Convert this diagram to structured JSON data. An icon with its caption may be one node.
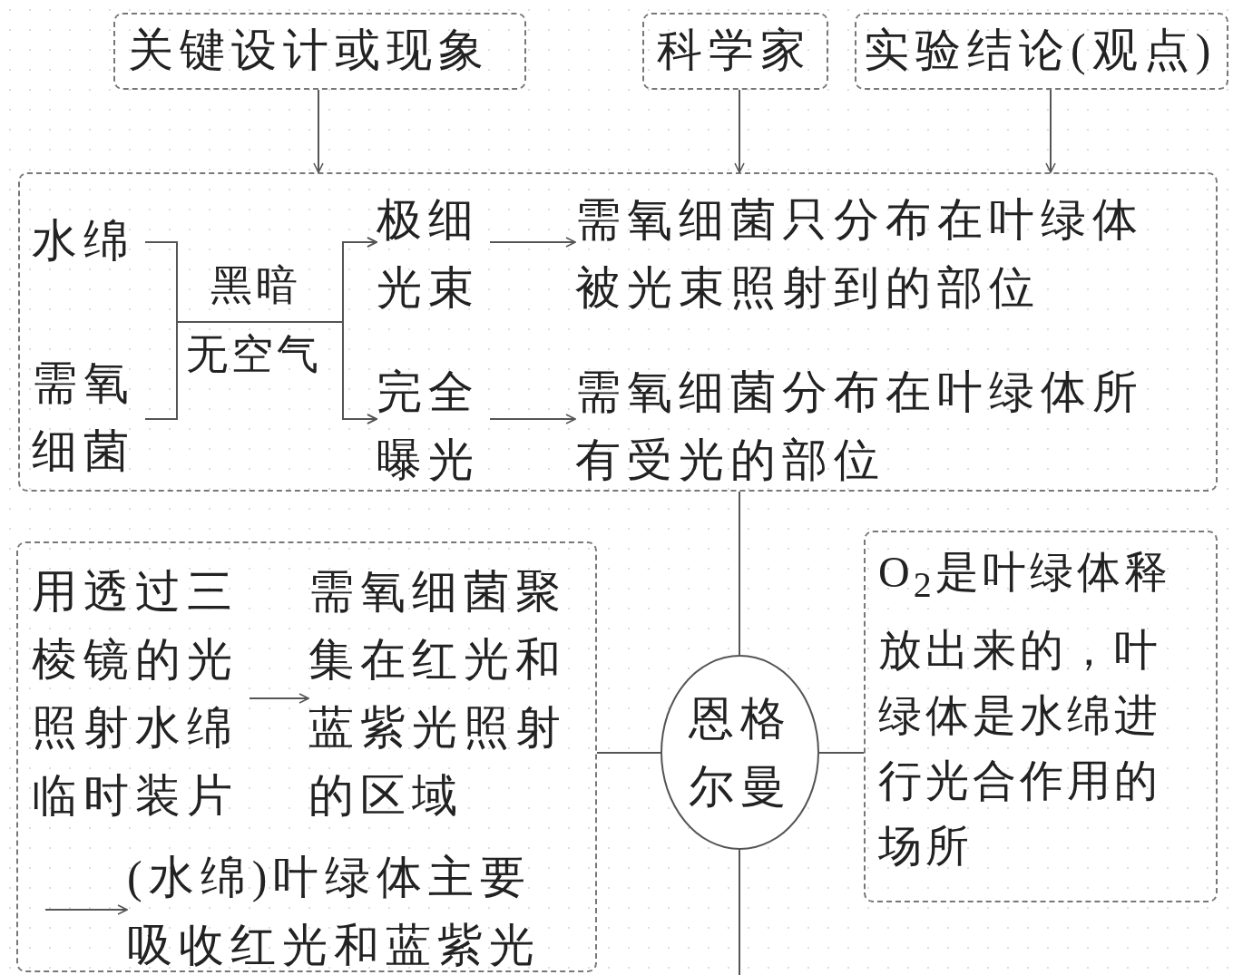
{
  "diagram": {
    "nodes": [
      {
        "text": [
          "关键设计或现象"
        ]
      },
      {
        "text": [
          "科学家"
        ]
      },
      {
        "text": [
          "实验结论(观点)"
        ]
      },
      {
        "text": [],
        "shape": "box"
      },
      {
        "text": [
          "水绵"
        ],
        "in": 3
      },
      {
        "text": [
          "需氧细菌"
        ],
        "in": 3
      },
      {
        "text": [
          "极细光束"
        ],
        "in": 3
      },
      {
        "text": [
          "完全曝光"
        ],
        "in": 3
      },
      {
        "text": [
          "需氧细菌只分布在叶绿体被光束照射到的部位"
        ],
        "in": 3
      },
      {
        "text": [
          "需氧细菌分布在叶绿体所有受光的部位"
        ],
        "in": 3
      },
      {
        "text": [],
        "shape": "box"
      },
      {
        "text": [
          "用透过三棱镜的光照射水绵临时装片"
        ],
        "in": 10
      },
      {
        "text": [
          "需氧细菌聚集在红光和蓝紫光照射的区域"
        ],
        "in": 10
      },
      {
        "text": [
          "(水绵)叶绿体主要吸收红光和蓝紫光"
        ],
        "in": 10
      },
      {
        "text": [
          "恩格尔曼"
        ]
      },
      {
        "text": [
          "O$_{2}$是叶绿体释放出来的，叶绿体是水绵进行光合作用的场所"
        ]
      }
    ],
    "edges": [
      {
        "from": 0,
        "to": 3,
        "arrow": "to"
      },
      {
        "from": 1,
        "to": 3,
        "arrow": "to"
      },
      {
        "from": 2,
        "to": 3,
        "arrow": "to"
      },
      {
        "from": 4,
        "to": 6,
        "arrow": "to",
        "label": "黑暗"
      },
      {
        "from": 4,
        "to": 7,
        "arrow": "to"
      },
      {
        "from": 5,
        "to": 6,
        "arrow": "to"
      },
      {
        "from": 5,
        "to": 7,
        "arrow": "to",
        "label": "无空气"
      },
      {
        "from": 6,
        "to": 8,
        "arrow": "to"
      },
      {
        "from": 7,
        "to": 9,
        "arrow": "to"
      },
      {
        "from": 11,
        "to": 12,
        "arrow": "to"
      },
      {
        "from": null,
        "to": 13,
        "arrow": "to"
      },
      {
        "from": 14,
        "to": 3,
        "arrow": "none"
      },
      {
        "from": 14,
        "to": 10,
        "arrow": "none"
      },
      {
        "from": 14,
        "to": 15,
        "arrow": "none"
      },
      {
        "from": 14,
        "to": null,
        "arrow": "none"
      }
    ]
  }
}
